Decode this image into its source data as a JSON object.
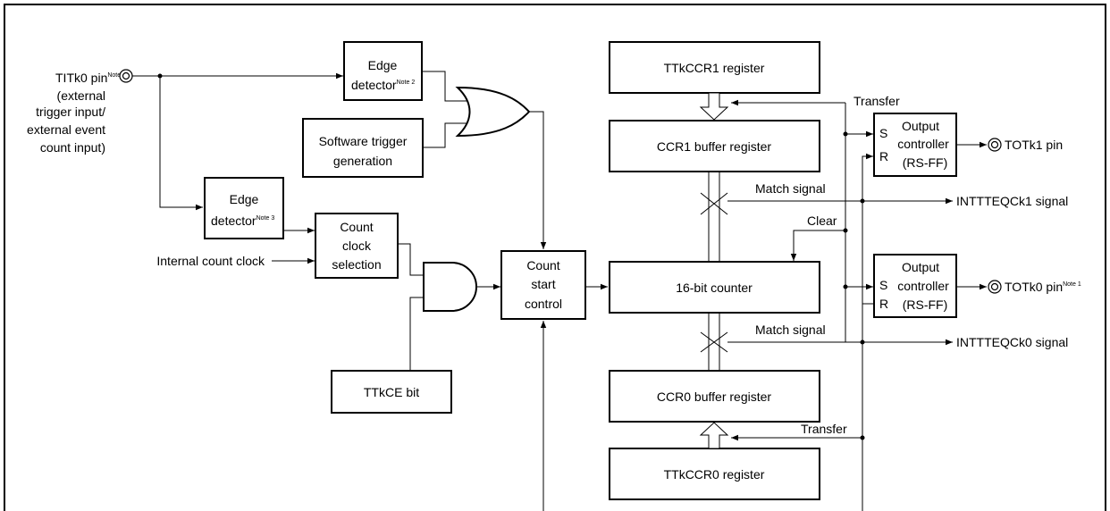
{
  "input_pin": {
    "label": "TITk0 pin",
    "note": "Note 1",
    "desc": [
      "(external",
      "trigger input/",
      "external event",
      "count input)"
    ]
  },
  "edge_detector_1": {
    "line1": "Edge",
    "line2": "detector",
    "note": "Note 2"
  },
  "edge_detector_2": {
    "line1": "Edge",
    "line2": "detector",
    "note": "Note 3"
  },
  "software_trigger": {
    "line1": "Software trigger",
    "line2": "generation"
  },
  "count_clock_selection": {
    "lines": [
      "Count",
      "clock",
      "selection"
    ]
  },
  "internal_clock_label": "Internal count clock",
  "ttkce_bit": "TTkCE bit",
  "count_start_control": {
    "lines": [
      "Count",
      "start",
      "control"
    ]
  },
  "ttkccr1_register": "TTkCCR1 register",
  "ccr1_buffer": "CCR1 buffer register",
  "counter": "16-bit counter",
  "ccr0_buffer": "CCR0 buffer register",
  "ttkccr0_register": "TTkCCR0 register",
  "transfer_top": "Transfer",
  "transfer_bottom": "Transfer",
  "clear_label": "Clear",
  "match_signal_1": "Match signal",
  "match_signal_0": "Match signal",
  "output_controller_1": {
    "s": "S",
    "r": "R",
    "line1": "Output",
    "line2": "controller",
    "line3": "(RS-FF)"
  },
  "output_controller_0": {
    "s": "S",
    "r": "R",
    "line1": "Output",
    "line2": "controller",
    "line3": "(RS-FF)"
  },
  "output_pin_1": "TOTk1 pin",
  "output_pin_0": {
    "label": "TOTk0 pin",
    "note": "Note 1"
  },
  "interrupt_1": "INTTTEQCk1 signal",
  "interrupt_0": "INTTTEQCk0 signal"
}
